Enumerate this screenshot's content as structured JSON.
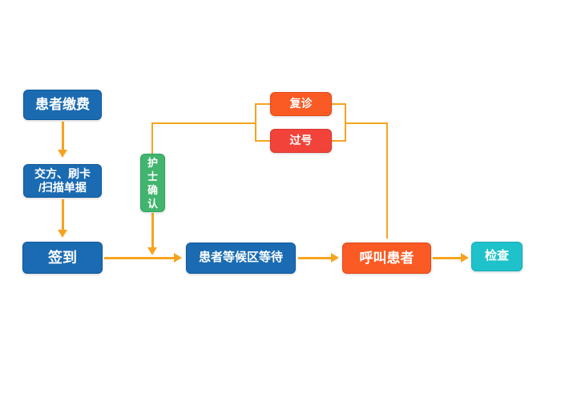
{
  "diagram": {
    "description": "Hospital patient visit flowchart",
    "nodes": {
      "patient_payment": {
        "label": "患者缴费",
        "color": "#1a6bb2"
      },
      "submit_swipe_scan": {
        "label_line1": "交方、刷卡",
        "label_line2": "/扫描单据",
        "color": "#1a6bb2"
      },
      "sign_in": {
        "label": "签到",
        "color": "#1a6bb2"
      },
      "waiting_area": {
        "label": "患者等候区等待",
        "color": "#1a6bb2"
      },
      "call_patient": {
        "label": "呼叫患者",
        "color": "#fa5a23"
      },
      "examination": {
        "label": "检查",
        "color": "#1fc2cb"
      },
      "follow_up": {
        "label": "复诊",
        "color": "#fa5a23"
      },
      "missed_number": {
        "label": "过号",
        "color": "#f2433a"
      },
      "nurse_confirm": {
        "label": "护士确认",
        "color": "#41b46e"
      }
    },
    "edges": [
      {
        "from": "patient_payment",
        "to": "submit_swipe_scan",
        "arrow": true
      },
      {
        "from": "submit_swipe_scan",
        "to": "sign_in",
        "arrow": true
      },
      {
        "from": "sign_in",
        "to": "waiting_area",
        "arrow": true
      },
      {
        "from": "waiting_area",
        "to": "call_patient",
        "arrow": true
      },
      {
        "from": "call_patient",
        "to": "examination",
        "arrow": true
      },
      {
        "from": "call_patient",
        "to": "follow_up",
        "arrow": false
      },
      {
        "from": "call_patient",
        "to": "missed_number",
        "arrow": false
      },
      {
        "from": "follow_up",
        "to": "nurse_confirm",
        "arrow": false
      },
      {
        "from": "missed_number",
        "to": "nurse_confirm",
        "arrow": false
      },
      {
        "from": "nurse_confirm",
        "to": "waiting_area",
        "arrow": true
      }
    ],
    "connector_color": "#f6a41f"
  }
}
